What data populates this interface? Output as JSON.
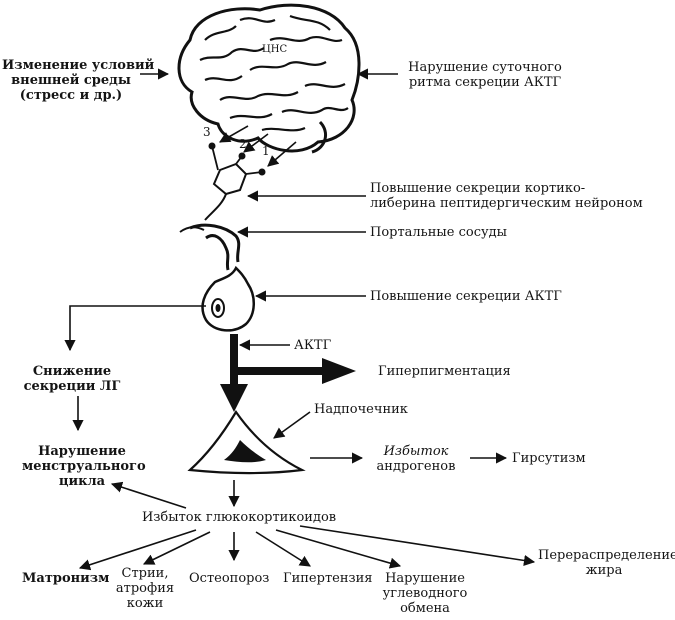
{
  "brain": {
    "label": "ЦНС"
  },
  "neuron_numbers": [
    "3",
    "2",
    "1"
  ],
  "labels": {
    "env_change": [
      "Изменение условий",
      "внешней среды",
      "(стресс и др.)"
    ],
    "rhythm": [
      "Нарушение суточного",
      "ритма секреции АКТГ"
    ],
    "crh": [
      "Повышение секреции кортико-",
      "либерина пептидергическим нейроном"
    ],
    "portal": "Портальные сосуды",
    "acth_up": "Повышение секреции АКТГ",
    "acth": "АКТГ",
    "hyperpigmentation": "Гиперпигментация",
    "lh_down": [
      "Снижение",
      "секреции ЛГ"
    ],
    "menstrual": [
      "Нарушение",
      "менструального",
      "цикла"
    ],
    "adrenal": "Надпочечник",
    "androgen_excess": [
      "Избыток",
      "андрогенов"
    ],
    "hirsutism": "Гирсутизм",
    "glucocorticoid_excess": "Избыток глюкокортикоидов",
    "matronism": "Матронизм",
    "striae": [
      "Стрии,",
      "атрофия",
      "кожи"
    ],
    "osteoporosis": "Остеопороз",
    "hypertension": "Гипертензия",
    "carb": [
      "Нарушение",
      "углеводного",
      "обмена"
    ],
    "fat": [
      "Перераспределение",
      "жира"
    ]
  }
}
